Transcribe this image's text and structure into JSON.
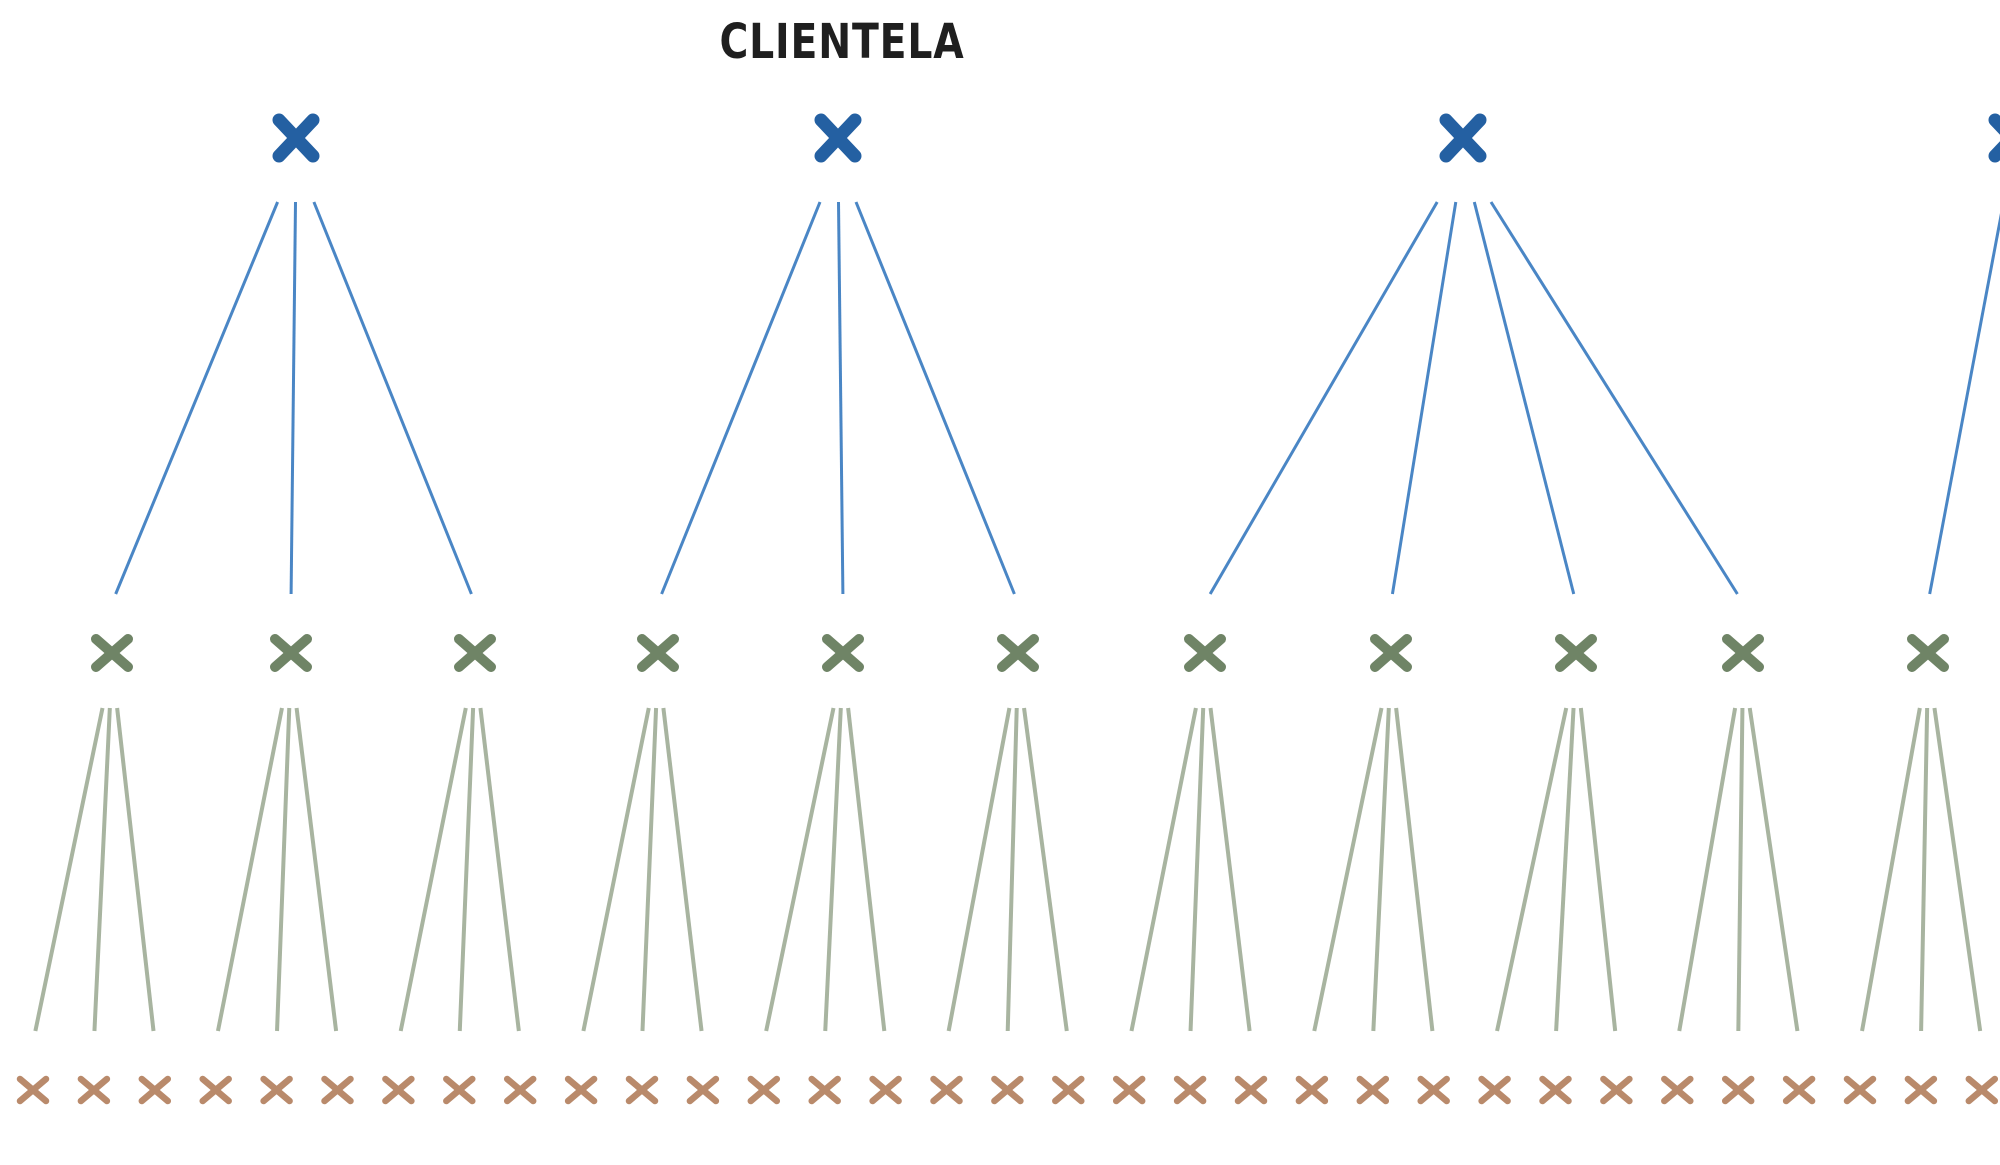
{
  "title": "CLIENTELA",
  "colors": {
    "level1_mark": "#2460a2",
    "level1_link": "#4a86c5",
    "level2_mark": "#6f8466",
    "level2_link": "#a8b4a0",
    "level3_mark": "#b98a6b"
  },
  "tree": {
    "level1_children_per_node": [
      3,
      3,
      4,
      1
    ],
    "level2_children_per_node": [
      3,
      3,
      3,
      3,
      3,
      3,
      3,
      3,
      3,
      3,
      3
    ],
    "level1_count_visible": 4,
    "level2_count": 11,
    "level3_count": 33
  }
}
